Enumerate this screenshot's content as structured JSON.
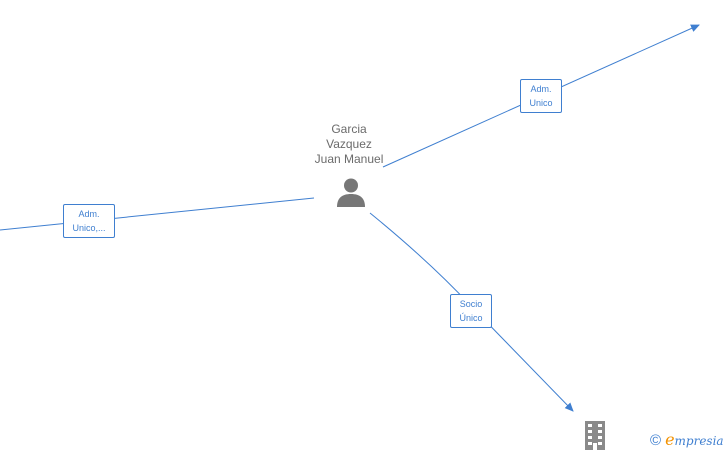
{
  "person": {
    "name_lines": [
      "Garcia",
      "Vazquez",
      "Juan Manuel"
    ],
    "icon": "person-icon"
  },
  "edges": [
    {
      "label_lines": [
        "Adm.",
        "Unico"
      ]
    },
    {
      "label_lines": [
        "Adm.",
        "Unico,..."
      ]
    },
    {
      "label_lines": [
        "Socio",
        "Único"
      ]
    }
  ],
  "company": {
    "icon": "building-icon"
  },
  "footer": {
    "copyright_symbol": "©",
    "brand_initial": "e",
    "brand_rest": "mpresia"
  },
  "colors": {
    "edge": "#3f7fd0",
    "node_icon": "#777777",
    "brand_accent": "#f39200"
  }
}
